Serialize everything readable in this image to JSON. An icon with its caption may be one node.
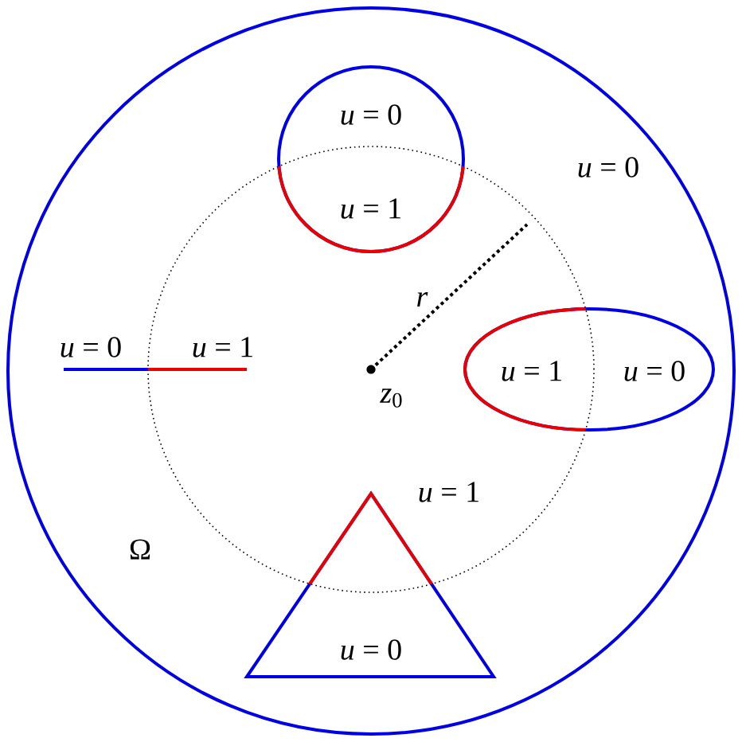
{
  "diagram": {
    "nodes": [
      {
        "text": [
          "*u* = 0",
          "Ω"
        ]
      },
      {
        "text": [],
        "shape": "circle",
        "in": 0
      },
      {
        "text": [
          "*u* = 0",
          "*u* = 1"
        ],
        "in": 0
      },
      {
        "text": [
          "*u* = 1",
          "*u* = 0"
        ],
        "in": 0
      },
      {
        "text": [
          "*u* = 0"
        ],
        "in": 0
      },
      {
        "text": [
          "*u* = 0",
          "*u* = 1"
        ],
        "in": 0
      }
    ],
    "labels": [
      "*r*",
      "*z*$_{0}$",
      "*u* = 1"
    ]
  }
}
